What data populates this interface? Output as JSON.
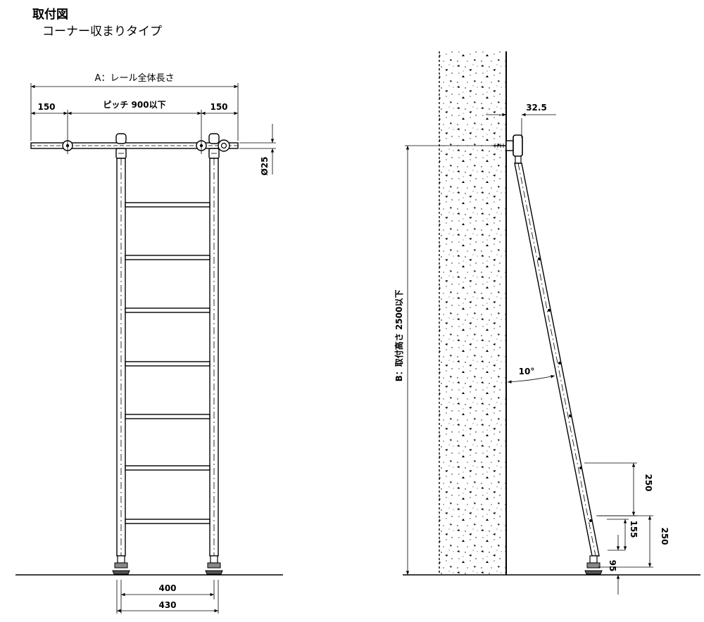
{
  "header": {
    "title": "取付図",
    "subtitle": "コーナー収まりタイプ"
  },
  "front_view": {
    "rail_length_label": "A：レール全体長さ",
    "left_offset": "150",
    "pitch_label": "ピッチ 900以下",
    "right_offset": "150",
    "diameter": "Ø25",
    "inner_width": "400",
    "outer_width": "430"
  },
  "side_view": {
    "wall_gap": "32.5",
    "height_label": "B：取付高さ 2500以下",
    "angle": "10°",
    "dim_250_upper": "250",
    "dim_155": "155",
    "dim_250_lower": "250",
    "dim_95": "95"
  }
}
